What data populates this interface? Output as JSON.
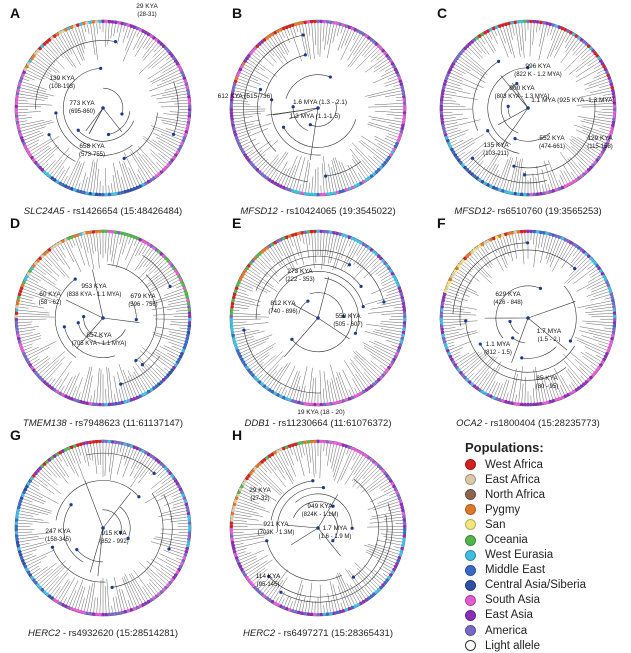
{
  "panels": [
    {
      "letter": "A",
      "gene": "SLC24A5",
      "snp": " - rs1426654 (15:48426484)",
      "labels": [
        [
          "29 KYA",
          "(28-31)"
        ],
        [
          "139 KYA",
          "(108-193)"
        ],
        [
          "773 KYA",
          "(695-860)"
        ],
        [
          "658 KYA",
          "(573-755)"
        ]
      ]
    },
    {
      "letter": "B",
      "gene": "MFSD12",
      "snp": " - rs10424065 (19:3545022)",
      "labels": [
        [
          "612 KYA (515-736)",
          ""
        ],
        [
          "1.6 MYA (1.3 - 2.1)",
          ""
        ],
        [
          "1.3 MYA (1.1-1.5)",
          ""
        ]
      ]
    },
    {
      "letter": "C",
      "gene": "MFSD12",
      "snp": "- rs6510760 (19:3565253)",
      "labels": [
        [
          "996 KYA",
          "(822 K - 1.2 MYA)"
        ],
        [
          "900 KYA",
          "(803 KYA - 1.3 MYA)"
        ],
        [
          "1.1 MYA (925 KYA -1.3 MYA)",
          ""
        ],
        [
          "135 KYA",
          "(103-211)"
        ],
        [
          "552 KYA",
          "(474-661)"
        ],
        [
          "129 KYA",
          "(115-158)"
        ]
      ]
    },
    {
      "letter": "D",
      "gene": "TMEM138",
      "snp": " - rs7948623 (11:61137147)",
      "labels": [
        [
          "60 KYA",
          "(58 - 62)"
        ],
        [
          "953 KYA",
          "(838 KYA - 1.1 MYA)"
        ],
        [
          "679 KYA",
          "(596 - 756)"
        ],
        [
          "857 KYA",
          "(705 KYA - 1.1 MYA)"
        ]
      ]
    },
    {
      "letter": "E",
      "gene": "DDB1",
      "snp": " - rs11230664 (11:61076372)",
      "labels": [
        [
          "273 KYA",
          "(222 - 353)"
        ],
        [
          "812 KYA",
          "(740 - 896)"
        ],
        [
          "559 KYA",
          "(505 - 607)"
        ],
        [
          "19 KYA (18 - 20)",
          ""
        ]
      ]
    },
    {
      "letter": "F",
      "gene": "OCA2",
      "snp": " - rs1800404 (15:28235773)",
      "labels": [
        [
          "629 KYA",
          "(426 - 848)"
        ],
        [
          "1.1 MYA",
          "(812 - 1.5)"
        ],
        [
          "1.7 MYA",
          "(1.5 - 2.)"
        ],
        [
          "85 KYA",
          "(80 - 95)"
        ]
      ]
    },
    {
      "letter": "G",
      "gene": "HERC2",
      "snp": " - rs4932620 (15:28514281)",
      "labels": [
        [
          "247 KYA",
          "(158-345)"
        ],
        [
          "915 KYA",
          "(852 - 992)"
        ]
      ]
    },
    {
      "letter": "H",
      "gene": "HERC2",
      "snp": " - rs6497271 (15:28365431)",
      "labels": [
        [
          "29 KYA",
          "(27-32)"
        ],
        [
          "949 KYA",
          "(824K - 1.1M)"
        ],
        [
          "921 KYA",
          "(703K - 1.3M)"
        ],
        [
          "1.7 MYA",
          "(1.6 - 1.9 M)"
        ],
        [
          "114 KYA",
          "(95-145)"
        ]
      ]
    }
  ],
  "legend": {
    "title": "Populations:",
    "items": [
      {
        "label": "West Africa",
        "color": "#d42020"
      },
      {
        "label": "East Africa",
        "color": "#d9c9a8"
      },
      {
        "label": "North Africa",
        "color": "#8a6550"
      },
      {
        "label": "Pygmy",
        "color": "#e0782a"
      },
      {
        "label": "San",
        "color": "#f1e67a"
      },
      {
        "label": "Oceania",
        "color": "#52b54a"
      },
      {
        "label": "West Eurasia",
        "color": "#3fbde0"
      },
      {
        "label": "Middle East",
        "color": "#3a68c8"
      },
      {
        "label": "Central Asia/Siberia",
        "color": "#2d4fa8"
      },
      {
        "label": "South Asia",
        "color": "#e45ad2"
      },
      {
        "label": "East Asia",
        "color": "#8a2fb8"
      },
      {
        "label": "America",
        "color": "#7868c8"
      },
      {
        "label": "Light allele",
        "color": "#ffffff"
      }
    ]
  }
}
